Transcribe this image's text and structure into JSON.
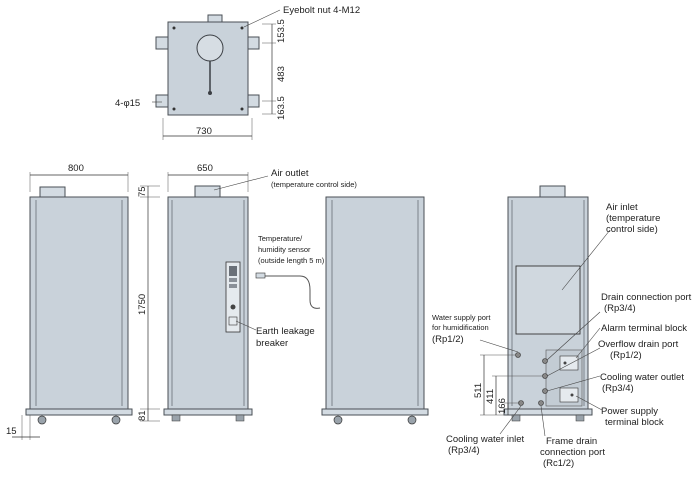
{
  "top_view": {
    "eyebolt_label": "Eyebolt nut 4-M12",
    "dim_top": "153.5",
    "dim_mid": "483",
    "dim_bottom": "163.5",
    "dim_width": "730",
    "hole_label": "4-φ15"
  },
  "front_view": {
    "dim_width_left": "800",
    "dim_width_front": "650",
    "dim_top": "75",
    "dim_height": "1750",
    "dim_base": "81",
    "dim_foot": "15"
  },
  "callouts": {
    "air_outlet": "Air outlet",
    "air_outlet_sub": "(temperature control side)",
    "sensor_1": "Temperature/",
    "sensor_2": "humidity sensor",
    "sensor_3": "(outside length 5 m)",
    "breaker_1": "Earth leakage",
    "breaker_2": "breaker",
    "air_inlet_1": "Air inlet",
    "air_inlet_2": "(temperature",
    "air_inlet_3": "control side)",
    "drain_port_1": "Drain connection port",
    "drain_port_2": "(Rp3/4)",
    "alarm": "Alarm terminal block",
    "overflow_1": "Overflow drain port",
    "overflow_2": "(Rp1/2)",
    "cw_outlet_1": "Cooling water outlet",
    "cw_outlet_2": "(Rp3/4)",
    "power_1": "Power supply",
    "power_2": "terminal block",
    "water_supply_1": "Water supply port",
    "water_supply_2": "for humidification",
    "water_supply_3": "(Rp1/2)",
    "cw_inlet_1": "Cooling water inlet",
    "cw_inlet_2": "(Rp3/4)",
    "frame_drain_1": "Frame drain",
    "frame_drain_2": "connection port",
    "frame_drain_3": "(Rc1/2)"
  },
  "rear_dims": {
    "dim_511": "511",
    "dim_411": "411",
    "dim_166": "166"
  }
}
